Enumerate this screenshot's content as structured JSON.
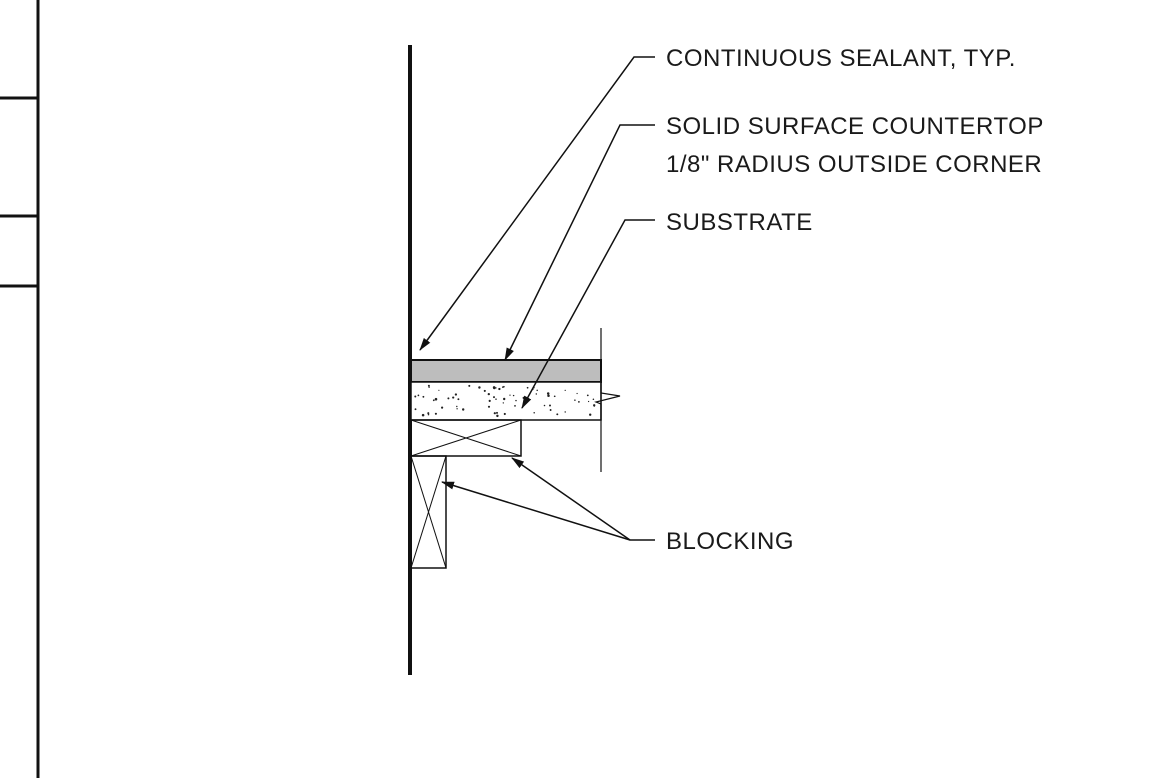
{
  "detail": {
    "callouts": {
      "sealant": "CONTINUOUS SEALANT, TYP.",
      "countertop_line1": "SOLID SURFACE COUNTERTOP",
      "countertop_line2": "1/8\" RADIUS OUTSIDE CORNER",
      "substrate": "SUBSTRATE",
      "blocking": "BLOCKING"
    }
  },
  "colors": {
    "linework": "#111111",
    "countertop_fill": "#bdbdbd",
    "substrate_speckle": "#222222"
  }
}
